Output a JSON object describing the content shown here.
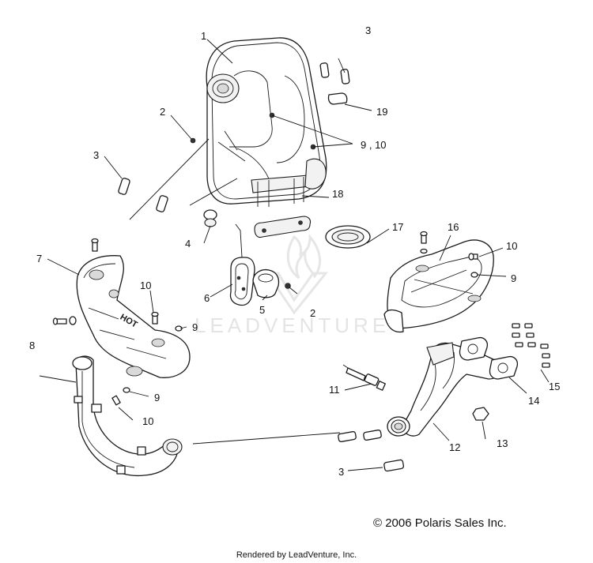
{
  "watermark": {
    "text": "LEADVENTURE"
  },
  "callouts": {
    "c1": "1",
    "c2a": "2",
    "c2b": "2",
    "c3a": "3",
    "c3b": "3",
    "c3c": "3",
    "c4": "4",
    "c5": "5",
    "c6": "6",
    "c7": "7",
    "c8": "8",
    "c9a": "9",
    "c9b": "9",
    "c9c": "9",
    "c910": "9 , 10",
    "c10a": "10",
    "c10b": "10",
    "c10c": "10",
    "c11": "11",
    "c12": "12",
    "c13": "13",
    "c14": "14",
    "c15": "15",
    "c16": "16",
    "c17": "17",
    "c18": "18",
    "c19": "19"
  },
  "heat_shield_label": "HOT",
  "copyright": "© 2006 Polaris Sales Inc.",
  "rendered_by": "Rendered by LeadVenture, Inc."
}
